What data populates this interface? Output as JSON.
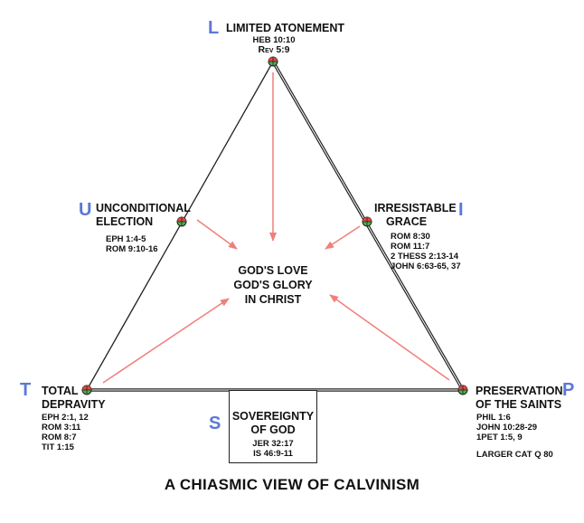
{
  "colors": {
    "letter": "#5b78d8",
    "arrow": "#f07f7a",
    "line": "#222222",
    "node_red": "#e0483c",
    "node_green": "#4caf50"
  },
  "letters": {
    "l": "L",
    "u": "U",
    "i": "I",
    "t": "T",
    "p": "P",
    "s": "S"
  },
  "top": {
    "title": "LIMITED ATONEMENT",
    "refs": [
      "HEB 10:10",
      "Rev 5:9"
    ]
  },
  "left": {
    "title": [
      "UNCONDITIONAL",
      "ELECTION"
    ],
    "refs": [
      "EPH 1:4-5",
      "ROM 9:10-16"
    ]
  },
  "right": {
    "title": [
      "IRRESISTABLE",
      "GRACE"
    ],
    "refs": [
      "ROM 8:30",
      "ROM 11:7",
      "2 THESS 2:13-14",
      "JOHN 6:63-65, 37"
    ]
  },
  "bottom_left": {
    "title": [
      "TOTAL",
      "DEPRAVITY"
    ],
    "refs": [
      "EPH 2:1, 12",
      "ROM 3:11",
      "ROM 8:7",
      "TIT 1:15"
    ]
  },
  "bottom_right": {
    "title": [
      "PRESERVATION",
      "OF THE SAINTS"
    ],
    "refs": [
      "PHIL 1:6",
      "JOHN 10:28-29",
      "1PET 1:5, 9"
    ],
    "extra": "LARGER CAT Q 80"
  },
  "center": {
    "lines": [
      "GOD'S LOVE",
      "GOD'S GLORY",
      "IN CHRIST"
    ]
  },
  "box": {
    "title": [
      "SOVEREIGNTY",
      "OF GOD"
    ],
    "refs": [
      "JER 32:17",
      "IS 46:9-11"
    ]
  },
  "caption": "A CHIASMIC VIEW OF CALVINISM"
}
